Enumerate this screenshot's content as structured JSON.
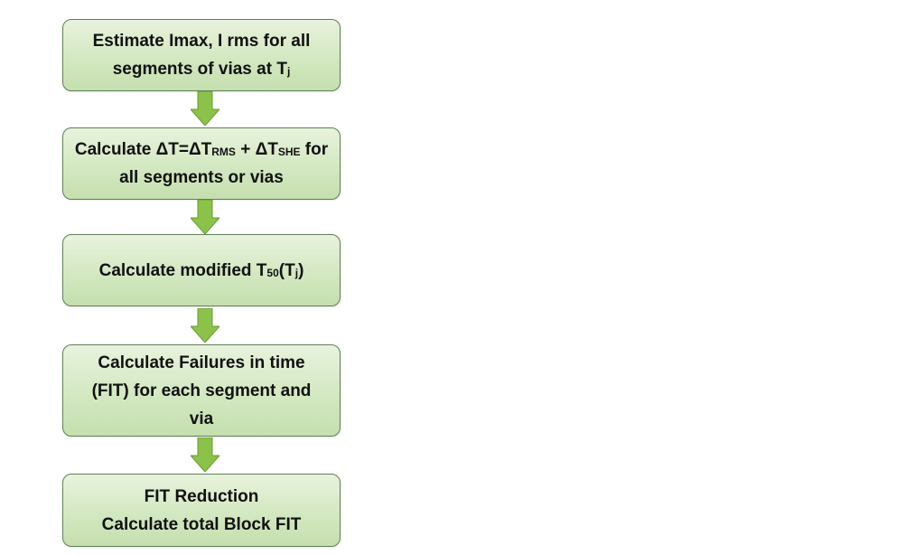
{
  "colors": {
    "box_fill": "#d3e8c1",
    "box_border": "#5f7f55",
    "arrow_fill": "#8bc34a",
    "arrow_stroke": "#6a9a30",
    "text": "#111111"
  },
  "steps": [
    {
      "line1": "Estimate Imax, I rms for all",
      "line2_text": "segments of vias at T",
      "line2_sub": "j"
    },
    {
      "l1_a": "Calculate ΔT=ΔT",
      "l1_sub1": "RMS",
      "l1_b": " + ΔT",
      "l1_sub2": "SHE",
      "l1_c": " for",
      "line2": "all segments or vias"
    },
    {
      "a": "Calculate modified T",
      "sub1": "50",
      "b": "(T",
      "sub2": "j",
      "c": ")"
    },
    {
      "line1": "Calculate Failures in time",
      "line2": "(FIT) for each segment and",
      "line3": "via"
    },
    {
      "line1": "FIT Reduction",
      "line2": "Calculate total Block FIT"
    }
  ],
  "arrows": [
    {
      "icon": "down-arrow-icon"
    },
    {
      "icon": "down-arrow-icon"
    },
    {
      "icon": "down-arrow-icon"
    },
    {
      "icon": "down-arrow-icon"
    }
  ]
}
